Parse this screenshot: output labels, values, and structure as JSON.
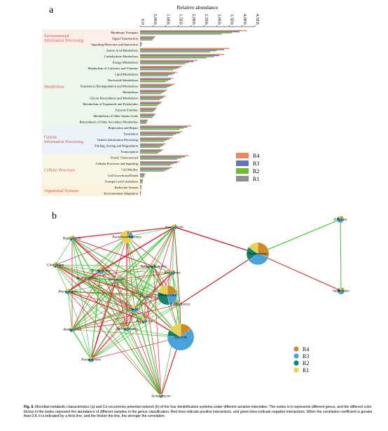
{
  "panel_a": {
    "label": "a",
    "axis_title": "Relative abundance",
    "ticks": [
      "0.0",
      "5.0E6",
      "1.0E6",
      "1.5E6",
      "2.0E6",
      "2.5E6",
      "3.0E6",
      "3.5E6",
      "4.0E6",
      "4.5E6"
    ],
    "legend": [
      {
        "name": "R4",
        "color": "#f0875b"
      },
      {
        "name": "R3",
        "color": "#6674c0"
      },
      {
        "name": "R2",
        "color": "#6fbb32"
      },
      {
        "name": "R1",
        "color": "#8f8f8f"
      }
    ],
    "groups": [
      {
        "name": "Environmental Information Processing",
        "bg": "#fbefe9",
        "color": "#d9534f"
      },
      {
        "name": "Metabolism",
        "bg": "#edf6ea",
        "color": "#d9534f"
      },
      {
        "name": "Genetic Information Processing",
        "bg": "#e9f3f8",
        "color": "#d9534f"
      },
      {
        "name": "Cellular Processes",
        "bg": "#f9f6e5",
        "color": "#d9534f"
      },
      {
        "name": "Organismal Systems",
        "bg": "#fbf2dc",
        "color": "#d9534f"
      }
    ]
  },
  "chart_data": {
    "type": "bar",
    "orientation": "horizontal",
    "xlabel": "Relative abundance",
    "xlim": [
      0,
      4500000
    ],
    "series_order": [
      "R4",
      "R3",
      "R2",
      "R1"
    ],
    "categories": [
      {
        "name": "Membrane Transport",
        "group": 0,
        "values": [
          4200000,
          3900000,
          3600000,
          3200000
        ]
      },
      {
        "name": "Signal Transduction",
        "group": 0,
        "values": [
          600000,
          560000,
          520000,
          480000
        ]
      },
      {
        "name": "Signaling Molecules and Interaction",
        "group": 0,
        "values": [
          70000,
          65000,
          60000,
          55000
        ]
      },
      {
        "name": "Amino Acid Metabolism",
        "group": 1,
        "values": [
          3500000,
          3300000,
          3000000,
          2750000
        ]
      },
      {
        "name": "Carbohydrate Metabolism",
        "group": 1,
        "values": [
          3300000,
          3100000,
          2900000,
          2600000
        ]
      },
      {
        "name": "Energy Metabolism",
        "group": 1,
        "values": [
          2250000,
          2100000,
          1900000,
          1750000
        ]
      },
      {
        "name": "Metabolism of Cofactors and Vitamins",
        "group": 1,
        "values": [
          1650000,
          1550000,
          1450000,
          1300000
        ]
      },
      {
        "name": "Lipid Metabolism",
        "group": 1,
        "values": [
          1450000,
          1350000,
          1250000,
          1100000
        ]
      },
      {
        "name": "Nucleotide Metabolism",
        "group": 1,
        "values": [
          1300000,
          1200000,
          1100000,
          1000000
        ]
      },
      {
        "name": "Xenobiotics Biodegradation and Metabolism",
        "group": 1,
        "values": [
          1350000,
          1250000,
          1150000,
          1050000
        ]
      },
      {
        "name": "Metabolism",
        "group": 1,
        "values": [
          1050000,
          980000,
          900000,
          820000
        ]
      },
      {
        "name": "Glycan Biosynthesis and Metabolism",
        "group": 1,
        "values": [
          1000000,
          930000,
          850000,
          780000
        ]
      },
      {
        "name": "Metabolism of Terpenoids and Polyketides",
        "group": 1,
        "values": [
          850000,
          800000,
          740000,
          680000
        ]
      },
      {
        "name": "Enzyme Families",
        "group": 1,
        "values": [
          650000,
          610000,
          570000,
          520000
        ]
      },
      {
        "name": "Metabolism of Other Amino Acids",
        "group": 1,
        "values": [
          600000,
          560000,
          520000,
          480000
        ]
      },
      {
        "name": "Biosynthesis of Other Secondary Metabolites",
        "group": 1,
        "values": [
          300000,
          280000,
          260000,
          240000
        ]
      },
      {
        "name": "Replication and Repair",
        "group": 2,
        "values": [
          2000000,
          1850000,
          1700000,
          1550000
        ]
      },
      {
        "name": "Translation",
        "group": 2,
        "values": [
          1650000,
          1550000,
          1400000,
          1300000
        ]
      },
      {
        "name": "Genetic Information Processing",
        "group": 2,
        "values": [
          1250000,
          1150000,
          1050000,
          950000
        ]
      },
      {
        "name": "Folding, Sorting and Degradation",
        "group": 2,
        "values": [
          1000000,
          930000,
          860000,
          790000
        ]
      },
      {
        "name": "Transcription",
        "group": 2,
        "values": [
          900000,
          840000,
          770000,
          700000
        ]
      },
      {
        "name": "Poorly Characterized",
        "group": 3,
        "values": [
          1900000,
          1750000,
          1600000,
          1450000
        ]
      },
      {
        "name": "Cellular Processes and Signaling",
        "group": 3,
        "values": [
          1550000,
          1450000,
          1300000,
          1200000
        ]
      },
      {
        "name": "Cell Motility",
        "group": 3,
        "values": [
          1250000,
          1150000,
          1050000,
          950000
        ]
      },
      {
        "name": "Cell Growth and Death",
        "group": 3,
        "values": [
          200000,
          180000,
          170000,
          150000
        ]
      },
      {
        "name": "Transport and Catabolism",
        "group": 3,
        "values": [
          120000,
          110000,
          100000,
          90000
        ]
      },
      {
        "name": "Endocrine System",
        "group": 4,
        "values": [
          60000,
          55000,
          50000,
          45000
        ]
      },
      {
        "name": "Environmental Adaptation",
        "group": 4,
        "values": [
          45000,
          40000,
          38000,
          35000
        ]
      }
    ]
  },
  "panel_b": {
    "label": "b",
    "legend": [
      {
        "name": "R4",
        "color": "#c98b2b"
      },
      {
        "name": "R3",
        "color": "#4aa3d8"
      },
      {
        "name": "R2",
        "color": "#15846d"
      },
      {
        "name": "R1",
        "color": "#e7d24f"
      }
    ],
    "nodes": [
      {
        "id": "Pseudoxanthomonas",
        "label": "Pseudoxanthomonas",
        "r": 9,
        "fr": [
          0.1,
          0.1,
          0.1,
          0.7
        ]
      },
      {
        "id": "Hyphomonas",
        "label": "Hyphomonas",
        "r": 4,
        "fr": [
          0.2,
          0.3,
          0.2,
          0.3
        ]
      },
      {
        "id": "Iswatobacter",
        "label": "Iswatobacter",
        "r": 4,
        "fr": [
          0.2,
          0.3,
          0.2,
          0.3
        ]
      },
      {
        "id": "Clostridium",
        "label": "Clostridium",
        "r": 4,
        "fr": [
          0.2,
          0.2,
          0.2,
          0.4
        ]
      },
      {
        "id": "Brachymonas",
        "label": "Brachymonas",
        "r": 5,
        "fr": [
          0.3,
          0.3,
          0.2,
          0.2
        ]
      },
      {
        "id": "Stenotrophomonas",
        "label": "Stenotrophomonas",
        "r": 4,
        "fr": [
          0.2,
          0.3,
          0.3,
          0.2
        ]
      },
      {
        "id": "Rhodoferax",
        "label": "Rhodoferax",
        "r": 4,
        "fr": [
          0.2,
          0.3,
          0.2,
          0.3
        ]
      },
      {
        "id": "Methylocystis",
        "label": "Methylocystis",
        "r": 3,
        "fr": [
          0.3,
          0.2,
          0.2,
          0.3
        ]
      },
      {
        "id": "Phycisphaera",
        "label": "Phycisphaera",
        "r": 4,
        "fr": [
          0.2,
          0.4,
          0.2,
          0.2
        ]
      },
      {
        "id": "Terrimonas",
        "label": "Terrimonas",
        "r": 3,
        "fr": [
          0.3,
          0.3,
          0.2,
          0.2
        ]
      },
      {
        "id": "Thiobacillus",
        "label": "Thiobacillus",
        "r": 14,
        "fr": [
          0.22,
          0.25,
          0.33,
          0.2
        ]
      },
      {
        "id": "Ottowia",
        "label": "Ottowia",
        "r": 4,
        "fr": [
          0.2,
          0.3,
          0.2,
          0.3
        ]
      },
      {
        "id": "Thauera",
        "label": "Thauera",
        "r": 5,
        "fr": [
          0.2,
          0.4,
          0.2,
          0.2
        ]
      },
      {
        "id": "Ammoniivorax",
        "label": "Ammoniivorax",
        "r": 3,
        "fr": [
          0.3,
          0.2,
          0.2,
          0.3
        ]
      },
      {
        "id": "Aminobacter",
        "label": "Aminobacter",
        "r": 4,
        "fr": [
          0.2,
          0.3,
          0.3,
          0.2
        ]
      },
      {
        "id": "Dechloromonas",
        "label": "Dechloromonas",
        "r": 4,
        "fr": [
          0.2,
          0.4,
          0.2,
          0.2
        ]
      },
      {
        "id": "Paracoccus",
        "label": "Paracoccus",
        "r": 4,
        "fr": [
          0.2,
          0.3,
          0.2,
          0.3
        ]
      },
      {
        "id": "Azoarcus",
        "label": "Azoarcus",
        "r": 19,
        "fr": [
          0.14,
          0.62,
          0.08,
          0.16
        ]
      },
      {
        "id": "Pseudomonas",
        "label": "Pseudomonas",
        "r": 4,
        "fr": [
          0.2,
          0.4,
          0.2,
          0.2
        ]
      },
      {
        "id": "Acinetobacter",
        "label": "Acinetobacter",
        "r": 3,
        "fr": [
          0.2,
          0.3,
          0.2,
          0.3
        ]
      },
      {
        "id": "Thermomonas",
        "label": "Thermomonas",
        "r": 16,
        "fr": [
          0.3,
          0.35,
          0.2,
          0.15
        ]
      },
      {
        "id": "Zoogloea",
        "label": "Zoogloea",
        "r": 5,
        "fr": [
          0.2,
          0.5,
          0.2,
          0.1
        ]
      },
      {
        "id": "Sulfuritalea",
        "label": "Sulfuritalea",
        "r": 5,
        "fr": [
          0.25,
          0.4,
          0.25,
          0.1
        ]
      }
    ],
    "edges": [
      {
        "a": "Iswatobacter",
        "b": "Thermomonas",
        "sign": "pos",
        "w": 1.4
      },
      {
        "a": "Ammoniivorax",
        "b": "Thermomonas",
        "sign": "pos",
        "w": 1.2
      },
      {
        "a": "Thermomonas",
        "b": "Zoogloea",
        "sign": "neg",
        "w": 1.1
      },
      {
        "a": "Thermomonas",
        "b": "Sulfuritalea",
        "sign": "pos",
        "w": 1.0
      },
      {
        "a": "Zoogloea",
        "b": "Sulfuritalea",
        "sign": "neg",
        "w": 1.0
      }
    ]
  },
  "caption": {
    "label": "Fig. 6.",
    "text": "Microbial metabolic characteristics (a) and Co-occurrence potential network (b) of the four denitrification systems under different aeration intensities. The nodes in b represents different genus, and the different color blocks in the nodes represent the abundance of different samples in the genus classification. Red lines indicate positive interactions, and green lines indicate negative interactions. When the correlation coefficient is greater than 0.8, it is indicated by a thick line, and the thicker the line, the stronger the correlation."
  }
}
